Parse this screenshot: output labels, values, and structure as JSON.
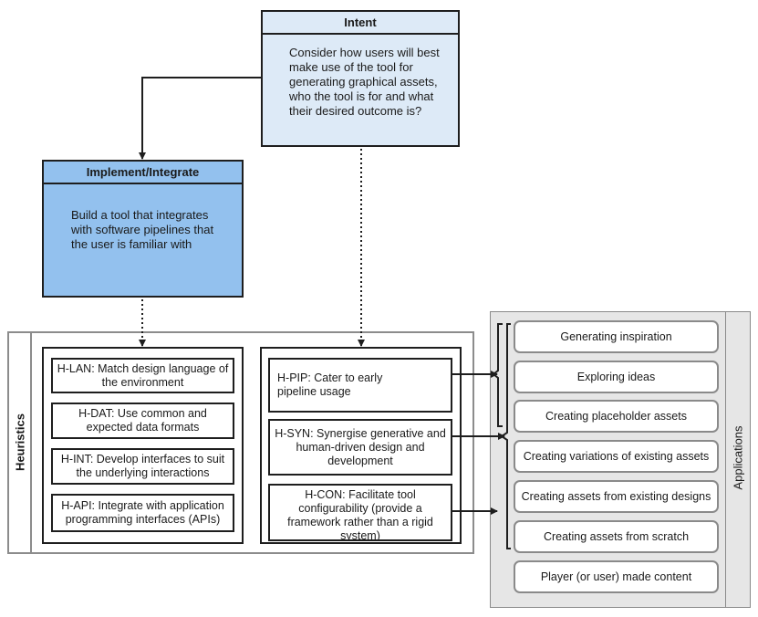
{
  "intent": {
    "title": "Intent",
    "text": "Consider how users will best make use of the tool for generating graphical assets, who the tool is for and what  their desired outcome is?"
  },
  "implement": {
    "title": "Implement/Integrate",
    "text": "Build a tool that integrates with software pipelines that the user is familiar with"
  },
  "heuristics": {
    "label": "Heuristics",
    "left_group": [
      "H-LAN: Match design language of the environment",
      "H-DAT: Use common and expected data formats",
      "H-INT: Develop interfaces to suit the underlying interactions",
      "H-API: Integrate with application programming interfaces (APIs)"
    ],
    "right_group": [
      "H-PIP: Cater to early pipeline usage",
      "H-SYN: Synergise generative and human-driven design and development",
      "H-CON: Facilitate tool configurability (provide a framework rather than a rigid system)"
    ]
  },
  "applications": {
    "label": "Applications",
    "items": [
      "Generating inspiration",
      "Exploring ideas",
      "Creating placeholder assets",
      "Creating variations of existing assets",
      "Creating assets from existing designs",
      "Creating assets from scratch",
      "Player (or user) made content"
    ]
  },
  "colors": {
    "intent_fill": "#ddeaf7",
    "implement_fill": "#93c1ee",
    "applications_fill": "#e6e6e6",
    "heuristics_frame": "#8c8c8c"
  }
}
